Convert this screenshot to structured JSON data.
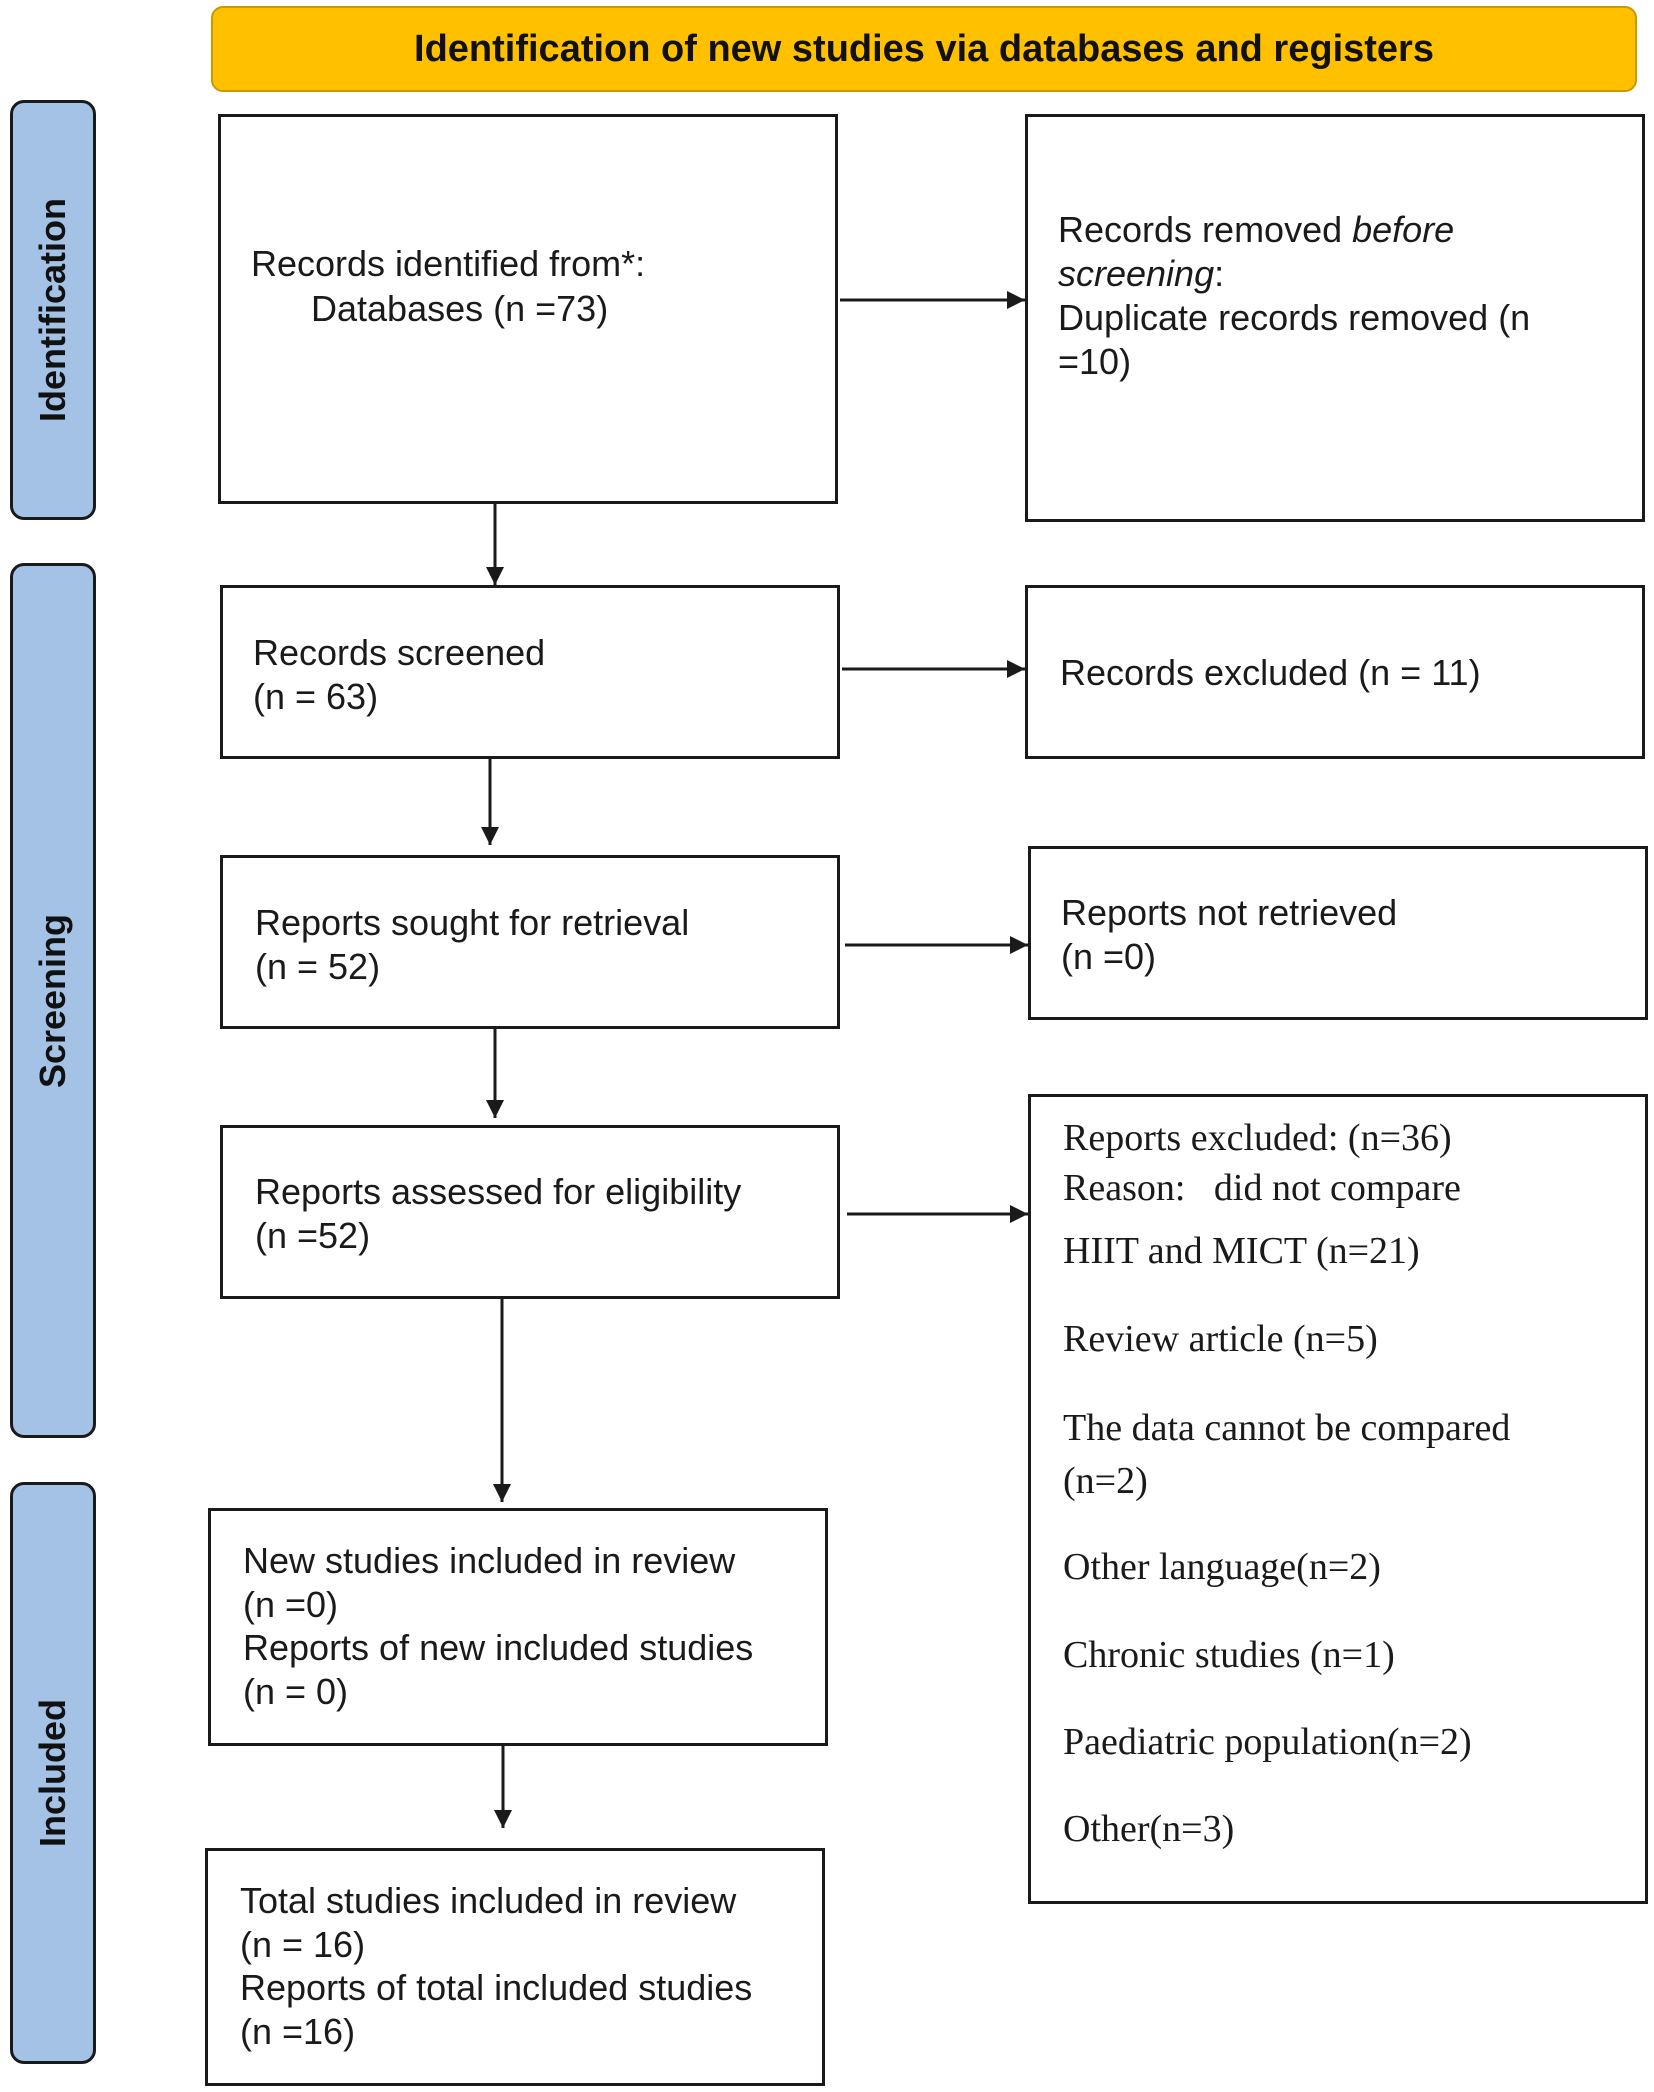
{
  "header": {
    "title": "Identification of new studies via databases and registers"
  },
  "phases": {
    "identification": "Identification",
    "screening": "Screening",
    "included": "Included"
  },
  "identification": {
    "records_identified": {
      "line1": "Records identified from*:",
      "line2": "Databases (n =73)"
    },
    "records_removed": {
      "line1_a": "Records removed ",
      "line1_b": "before",
      "line2_a": "screening",
      "line2_b": ":",
      "line3": "Duplicate records removed (n",
      "line4": "=10)"
    }
  },
  "screening": {
    "records_screened": {
      "line1": "Records screened",
      "line2": "(n = 63)"
    },
    "records_excluded": {
      "line1": "Records excluded (n = 11)"
    },
    "reports_sought": {
      "line1": "Reports sought for retrieval",
      "line2": "(n = 52)"
    },
    "reports_not_retrieved": {
      "line1": "Reports not retrieved",
      "line2": "(n =0)"
    },
    "reports_assessed": {
      "line1": "Reports assessed for eligibility",
      "line2": "(n =52)"
    },
    "reports_excluded": {
      "lines": [
        "Reports excluded: (n=36)",
        "Reason:   did not compare",
        "HIIT and MICT (n=21)",
        "Review article (n=5)",
        "The data cannot be compared",
        "(n=2)",
        "Other language(n=2)",
        "Chronic studies (n=1)",
        "Paediatric population(n=2)",
        "Other(n=3)"
      ]
    }
  },
  "included": {
    "new_studies": {
      "line1": "New studies included in review",
      "line2": "(n =0)",
      "line3": "Reports of new included studies",
      "line4": "(n = 0)"
    },
    "total_studies": {
      "line1": "Total studies included in review",
      "line2": "(n = 16)",
      "line3": "Reports of total included studies",
      "line4": "(n =16)"
    }
  },
  "colors": {
    "header_fill": "#FFC000",
    "phase_fill": "#A4C2E6",
    "box_border": "#1a1a1a",
    "arrow": "#1a1a1a"
  }
}
